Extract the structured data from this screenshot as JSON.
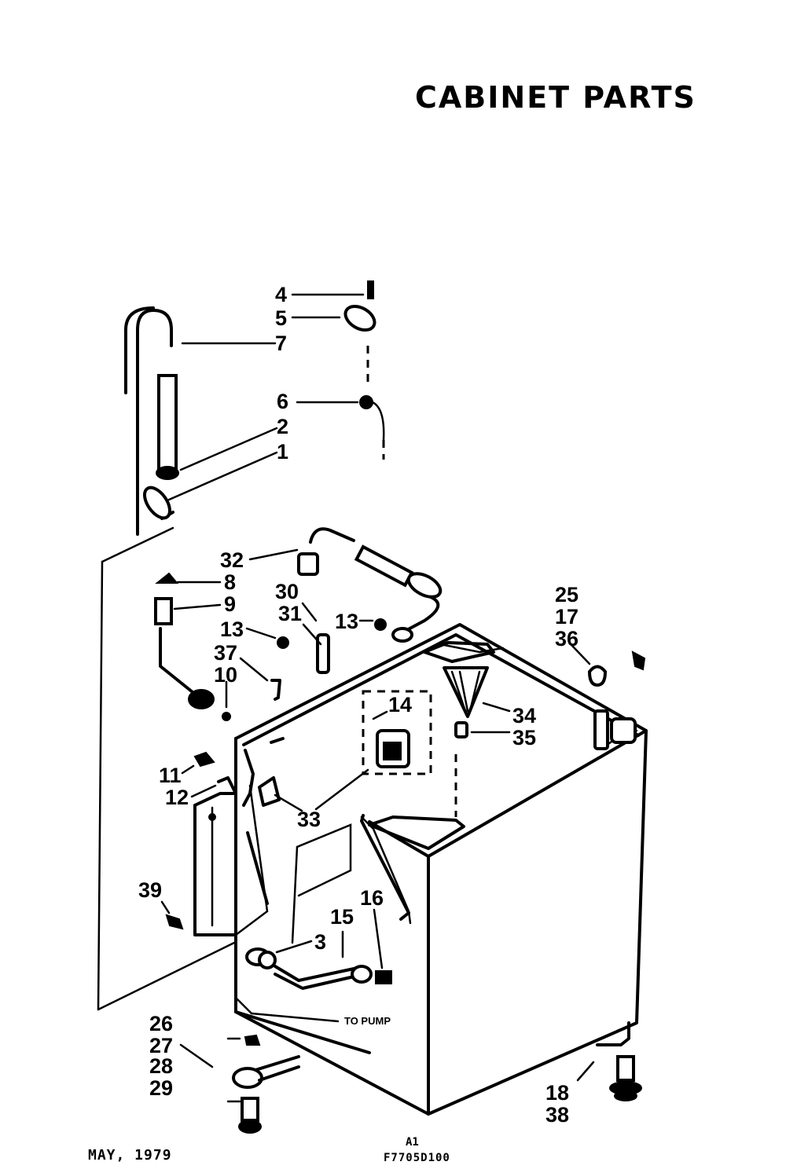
{
  "title": "CABINET PARTS",
  "callouts": {
    "c4": "4",
    "c5": "5",
    "c7": "7",
    "c6": "6",
    "c2": "2",
    "c1": "1",
    "c32": "32",
    "c8": "8",
    "c9": "9",
    "c30": "30",
    "c31": "31",
    "c13a": "13",
    "c13b": "13",
    "c37": "37",
    "c10": "10",
    "c25": "25",
    "c17": "17",
    "c36": "36",
    "c14": "14",
    "c34": "34",
    "c35": "35",
    "c11": "11",
    "c12": "12",
    "c33": "33",
    "c39": "39",
    "c15": "15",
    "c16": "16",
    "c3": "3",
    "c26": "26",
    "c27": "27",
    "c28": "28",
    "c29": "29",
    "c18": "18",
    "c38": "38"
  },
  "to_pump": "TO PUMP",
  "footer": {
    "date": "MAY, 1979",
    "rev": "A1",
    "code": "F7705D100"
  }
}
